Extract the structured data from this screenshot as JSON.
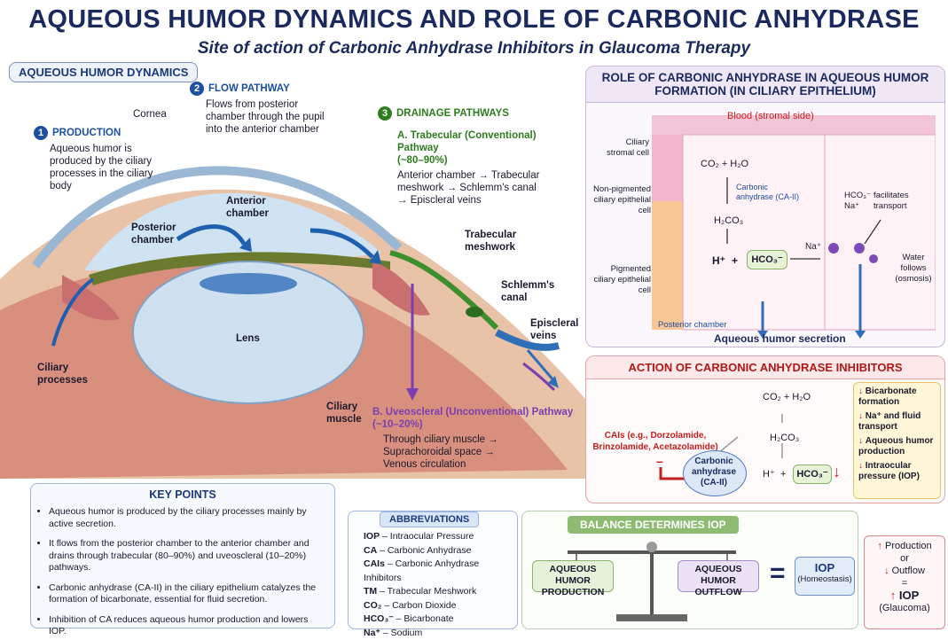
{
  "header": {
    "title": "AQUEOUS HUMOR DYNAMICS AND ROLE OF CARBONIC ANHYDRASE",
    "subtitle": "Site of action of Carbonic Anhydrase Inhibitors in Glaucoma Therapy"
  },
  "left": {
    "section_label": "AQUEOUS HUMOR DYNAMICS",
    "production": {
      "num": "1",
      "title": "PRODUCTION",
      "text": "Aqueous humor is produced by the ciliary processes in the ciliary body"
    },
    "flow": {
      "num": "2",
      "title": "FLOW PATHWAY",
      "text": "Flows from posterior chamber through the pupil into the anterior chamber"
    },
    "drainage": {
      "num": "3",
      "title": "DRAINAGE PATHWAYS",
      "trab_title": "A. Trabecular (Conventional) Pathway",
      "trab_pct": "(~80–90%)",
      "trab_text": "Anterior chamber → Trabecular meshwork → Schlemm's canal → Episcleral veins",
      "uveo_title": "B. Uveoscleral (Unconventional) Pathway",
      "uveo_pct": "(~10–20%)",
      "uveo_text": "Through ciliary muscle → Suprachoroidal space → Venous circulation"
    },
    "labels": {
      "cornea": "Cornea",
      "anterior_chamber": "Anterior chamber",
      "posterior_chamber": "Posterior chamber",
      "lens": "Lens",
      "ciliary_processes": "Ciliary processes",
      "ciliary_muscle": "Ciliary muscle",
      "trabecular_meshwork": "Trabecular meshwork",
      "schlemms_canal": "Schlemm's canal",
      "episcleral_veins": "Episcleral veins"
    }
  },
  "role_panel": {
    "title": "ROLE OF CARBONIC ANHYDRASE IN AQUEOUS HUMOR FORMATION (IN CILIARY EPITHELIUM)",
    "blood": "Blood (stromal side)",
    "stromal_cell": "Ciliary stromal cell",
    "npce": "Non-pigmented ciliary epithelial cell",
    "pce": "Pigmented ciliary epithelial cell",
    "co2_h2o": "CO₂ + H₂O",
    "enzyme": "Carbonic anhydrase (CA-II)",
    "h2co3": "H₂CO₃",
    "hplus": "H⁺",
    "plus": "+",
    "hco3": "HCO₃⁻",
    "na": "Na⁺",
    "transport_ions": "HCO₃⁻\nNa⁺",
    "transport_text": "facilitates transport",
    "water": "Water follows (osmosis)",
    "posterior": "Posterior chamber",
    "secretion": "Aqueous humor secretion"
  },
  "cai_panel": {
    "title": "ACTION OF CARBONIC ANHYDRASE INHIBITORS",
    "cais": "CAIs (e.g., Dorzolamide, Brinzolamide, Acetazolamide)",
    "minus": "–",
    "co2_h2o": "CO₂ + H₂O",
    "h2co3": "H₂CO₃",
    "enzyme": "Carbonic anhydrase (CA-II)",
    "hplus": "H⁺",
    "plus": "+",
    "hco3": "HCO₃⁻",
    "effects": [
      {
        "arrow": "↓",
        "text": "Bicarbonate formation"
      },
      {
        "arrow": "↓",
        "text": "Na⁺ and fluid transport"
      },
      {
        "arrow": "↓",
        "text": "Aqueous humor production"
      },
      {
        "arrow": "↓",
        "text": "Intraocular pressure (IOP)"
      }
    ]
  },
  "key_points": {
    "title": "KEY POINTS",
    "items": [
      "Aqueous humor is produced by the ciliary processes mainly by active secretion.",
      "It flows from the posterior chamber to the anterior chamber and drains through trabecular (80–90%) and uveoscleral (10–20%) pathways.",
      "Carbonic anhydrase (CA-II) in the ciliary epithelium catalyzes the formation of bicarbonate, essential for fluid secretion.",
      "Inhibition of CA reduces aqueous humor production and lowers IOP."
    ]
  },
  "abbreviations": {
    "title": "ABBREVIATIONS",
    "items": [
      {
        "abbr": "IOP",
        "def": "– Intraocular Pressure"
      },
      {
        "abbr": "CA",
        "def": "– Carbonic Anhydrase"
      },
      {
        "abbr": "CAIs",
        "def": "– Carbonic Anhydrase Inhibitors"
      },
      {
        "abbr": "TM",
        "def": "– Trabecular Meshwork"
      },
      {
        "abbr": "CO₂",
        "def": "– Carbon Dioxide"
      },
      {
        "abbr": "HCO₃⁻",
        "def": "– Bicarbonate"
      },
      {
        "abbr": "Na⁺",
        "def": "– Sodium"
      }
    ]
  },
  "balance": {
    "title": "BALANCE DETERMINES IOP",
    "production": "AQUEOUS HUMOR PRODUCTION",
    "outflow": "AQUEOUS HUMOR OUTFLOW",
    "equals": "=",
    "iop": "IOP",
    "homeostasis": "(Homeostasis)",
    "result_up": "↑",
    "result_production": "Production",
    "result_or": "or",
    "result_down": "↓",
    "result_outflow": "Outflow",
    "result_eq": "=",
    "result_iop_arrow": "↑",
    "result_iop": "IOP",
    "result_glaucoma": "(Glaucoma)"
  }
}
